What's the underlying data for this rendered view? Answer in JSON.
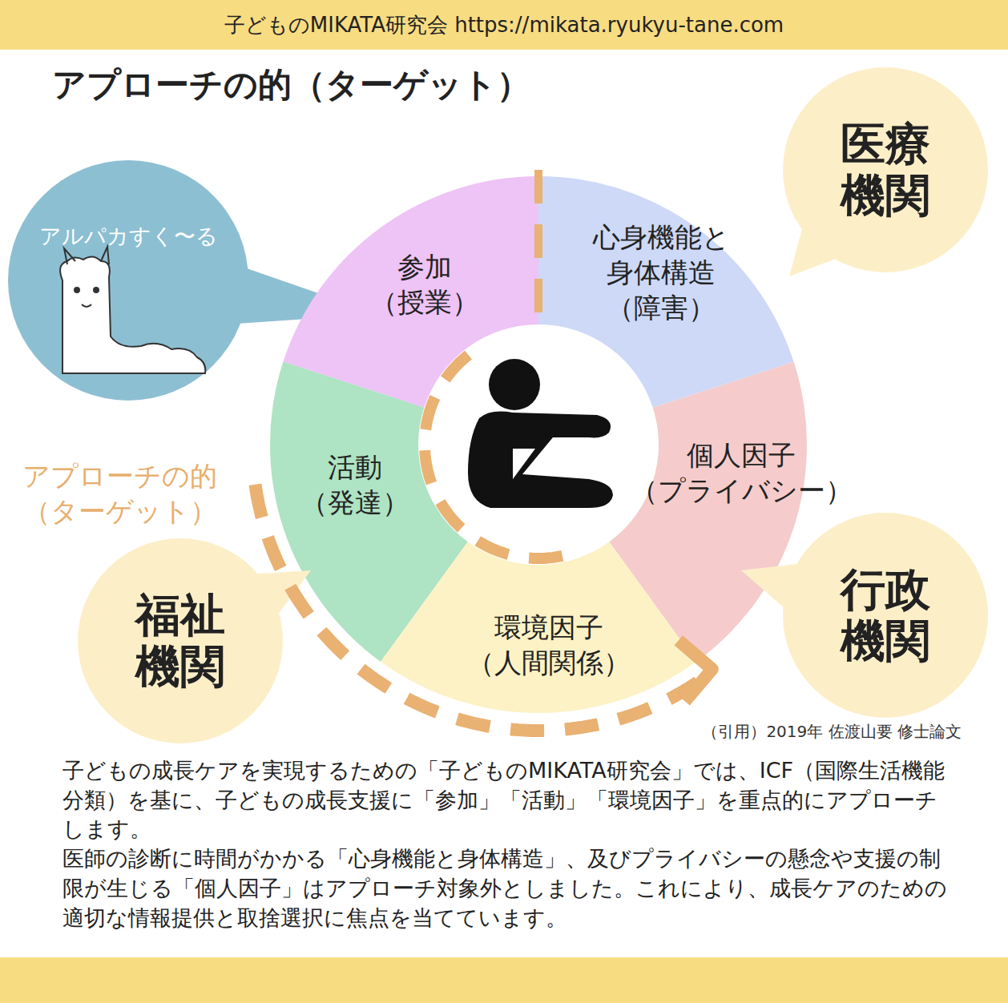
{
  "diagram": {
    "title": "アプローチの的（ターゲット）",
    "caption": "子どもの成長ケアを実現するための「子どものMIKATA研究会」では、ICF（国際生活機能分類）を基に、子どもの成長支援に「参加」「活動」「環境因子」を重点的にアプローチします。",
    "nodes": [
      {
        "text": [
          "子どものMIKATA研究会 https://mikata.ryukyu-tane.com"
        ]
      },
      {
        "text": [
          "医療 機関"
        ]
      },
      {
        "text": [
          "アルパカすく〜る"
        ]
      },
      {
        "text": [
          "参加 （授業）"
        ]
      },
      {
        "text": [
          "心身機能と 身体構造 （障害）"
        ]
      },
      {
        "text": [
          "個人因子 （プライバシー）"
        ]
      },
      {
        "text": [
          "活動 （発達）"
        ]
      },
      {
        "text": [
          "環境因子 （人間関係）"
        ]
      },
      {
        "text": [
          "行政 機関"
        ]
      },
      {
        "text": [
          "福祉 機関"
        ]
      }
    ],
    "labels": [
      "アプローチの的 （ターゲット）",
      "（引用）2019年 佐渡山要 修士論文",
      "医師の診断に時間がかかる「心身機能と身体構造」、及びプライバシーの懸念や支援の制限が生じる「個人因子」はアプローチ対象外としました。これにより、成長ケアのための適切な情報提供と取捨選択に焦点を当てています。"
    ]
  }
}
